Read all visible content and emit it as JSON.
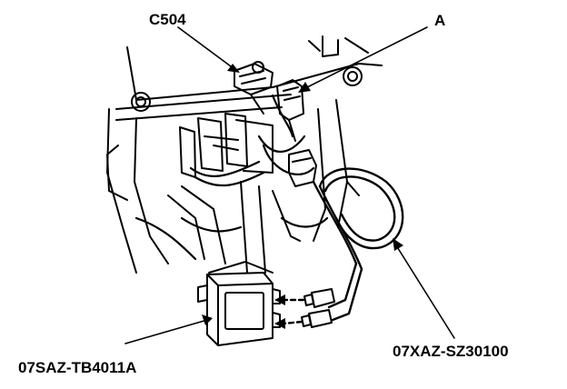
{
  "callouts": {
    "connector": "C504",
    "part_a": "A",
    "test_box": "07SAZ-TB4011A",
    "harness": "07XAZ-SZ30100"
  },
  "colors": {
    "ink": "#000000",
    "paper": "#ffffff"
  }
}
